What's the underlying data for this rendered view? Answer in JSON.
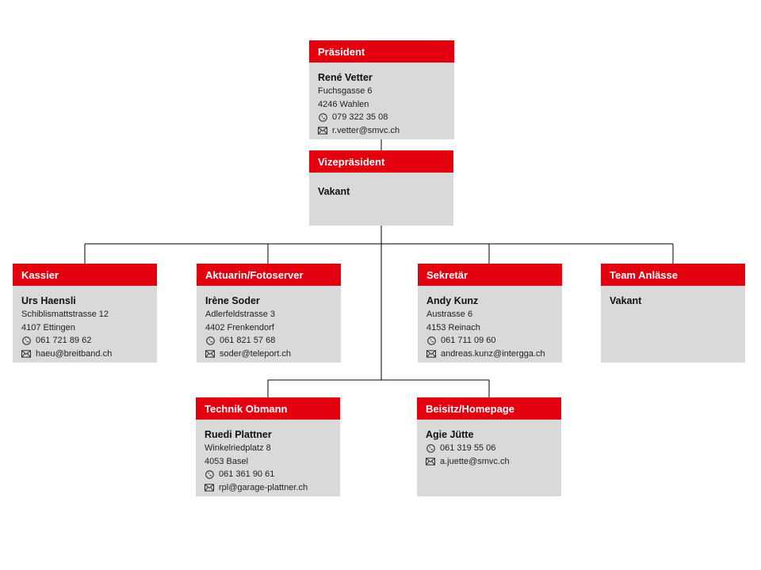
{
  "nodes": {
    "praesident": {
      "title": "Präsident",
      "name": "René Vetter",
      "street": "Fuchsgasse 6",
      "city": "4246 Wahlen",
      "phone": "079 322 35 08",
      "email": "r.vetter@smvc.ch"
    },
    "vizepraesident": {
      "title": "Vizepräsident",
      "name": "Vakant"
    },
    "kassier": {
      "title": "Kassier",
      "name": "Urs Haensli",
      "street": "Schiblismattstrasse 12",
      "city": "4107 Ettingen",
      "phone": "061 721 89 62",
      "email": "haeu@breitband.ch"
    },
    "aktuarin": {
      "title": "Aktuarin/Fotoserver",
      "name": "Irène Soder",
      "street": "Adlerfeldstrasse 3",
      "city": "4402 Frenkendorf",
      "phone": "061 821 57 68",
      "email": "soder@teleport.ch"
    },
    "sekretaer": {
      "title": "Sekretär",
      "name": "Andy Kunz",
      "street": "Austrasse 6",
      "city": "4153 Reinach",
      "phone": "061 711 09 60",
      "email": "andreas.kunz@intergga.ch"
    },
    "team_anlaesse": {
      "title": "Team Anlässe",
      "name": "Vakant"
    },
    "technik": {
      "title": "Technik Obmann",
      "name": "Ruedi Plattner",
      "street": "Winkelriedplatz 8",
      "city": "4053 Basel",
      "phone": "061 361 90 61",
      "email": "rpl@garage-plattner.ch"
    },
    "beisitz": {
      "title": "Beisitz/Homepage",
      "name": "Agie Jütte",
      "phone": "061 319 55 06",
      "email": "a.juette@smvc.ch"
    }
  },
  "icons": {
    "phone": "phone-icon",
    "email": "envelope-icon"
  },
  "colors": {
    "header": "#e3000f",
    "box": "#d9d9d9",
    "connector": "#000000"
  }
}
